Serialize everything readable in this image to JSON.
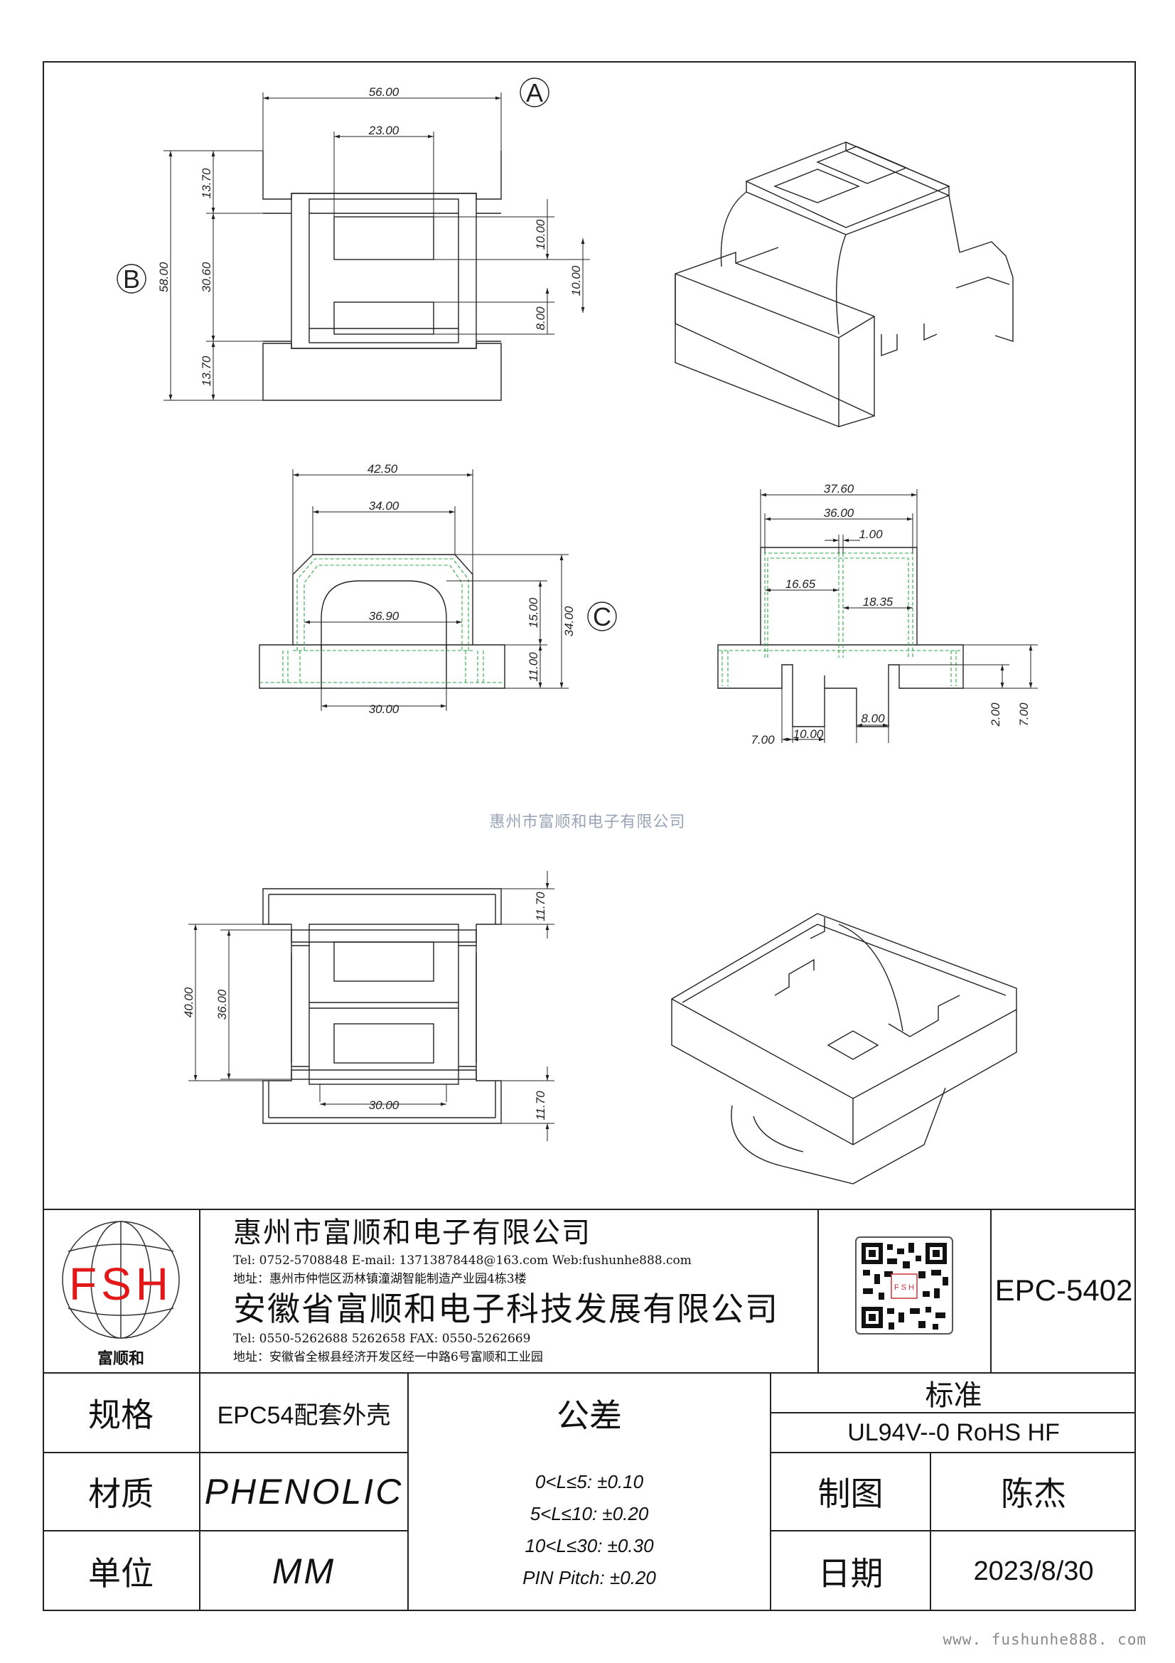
{
  "drawing": {
    "callouts": [
      "A",
      "B",
      "C"
    ],
    "view_top": {
      "dims": [
        "56.00",
        "23.00",
        "13.70",
        "30.60",
        "13.70",
        "58.00",
        "10.00",
        "10.00",
        "8.00"
      ]
    },
    "view_front": {
      "dims": [
        "42.50",
        "34.00",
        "36.90",
        "15.00",
        "34.00",
        "11.00",
        "30.00"
      ]
    },
    "view_side": {
      "dims": [
        "37.60",
        "36.00",
        "1.00",
        "16.65",
        "18.35",
        "8.00",
        "7.00",
        "10.00",
        "2.00",
        "7.00"
      ]
    },
    "view_bottom": {
      "dims": [
        "11.70",
        "40.00",
        "36.00",
        "30.00",
        "11.70"
      ]
    }
  },
  "watermark": "惠州市富顺和电子有限公司",
  "website": "www. fushunhe888. com",
  "title_block": {
    "logo": {
      "letters": "FSH",
      "name": "富顺和"
    },
    "company1": {
      "name": "惠州市富顺和电子有限公司",
      "contact": "Tel: 0752-5708848  E-mail: 13713878448@163.com  Web:fushunhe888.com",
      "address": "地址：惠州市仲恺区沥林镇潼湖智能制造产业园4栋3楼"
    },
    "company2": {
      "name": "安徽省富顺和电子科技发展有限公司",
      "contact": "Tel:   0550-5262688  5262658        FAX: 0550-5262669",
      "address": "地址：安徽省全椒县经济开发区经一中路6号富顺和工业园"
    },
    "model": "EPC-5402",
    "spec_label": "规格",
    "spec_value": "EPC54配套外壳",
    "material_label": "材质",
    "material_value": "PHENOLIC",
    "unit_label": "单位",
    "unit_value": "MM",
    "tolerance_label": "公差",
    "tolerances": [
      "0<L≤5: ±0.10",
      "5<L≤10: ±0.20",
      "10<L≤30: ±0.30",
      "PIN Pitch: ±0.20"
    ],
    "standard_label": "标准",
    "standard_value": "UL94V--0  RoHS HF",
    "drawn_label": "制图",
    "drawn_value": "陈杰",
    "date_label": "日期",
    "date_value": "2023/8/30"
  }
}
